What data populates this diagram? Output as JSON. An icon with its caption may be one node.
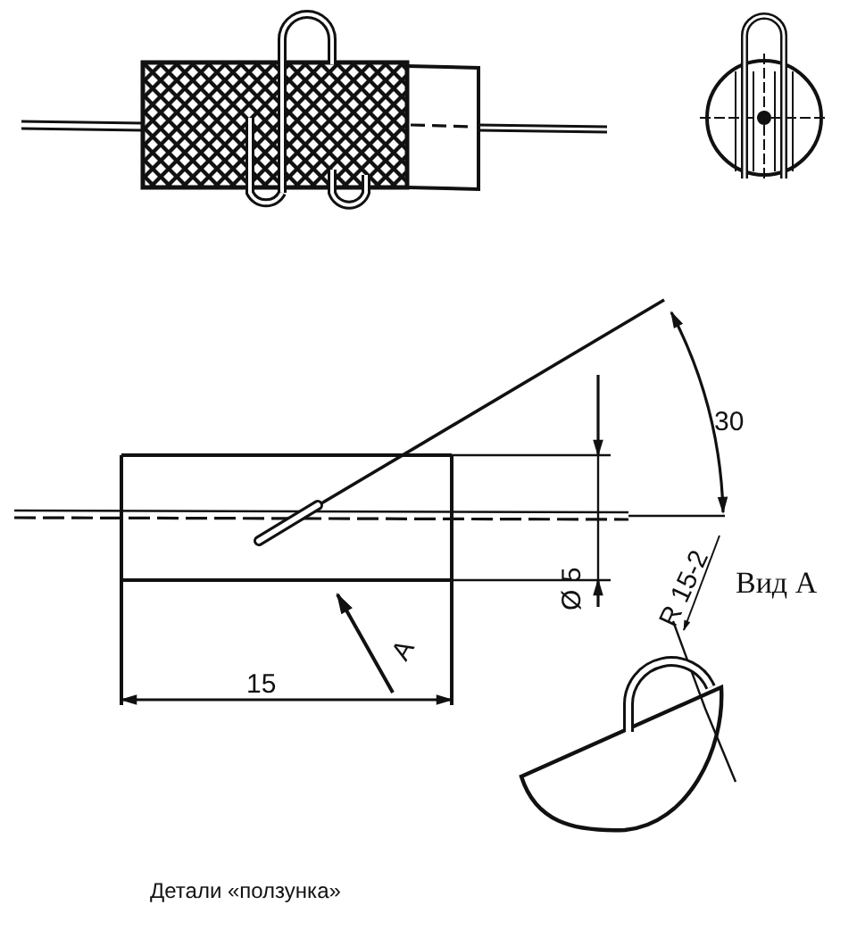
{
  "diagram": {
    "caption": "Детали «ползунка»",
    "labels": [
      "30",
      "Ø 5",
      "15",
      "А",
      "Вид А",
      "R 15-2"
    ]
  }
}
